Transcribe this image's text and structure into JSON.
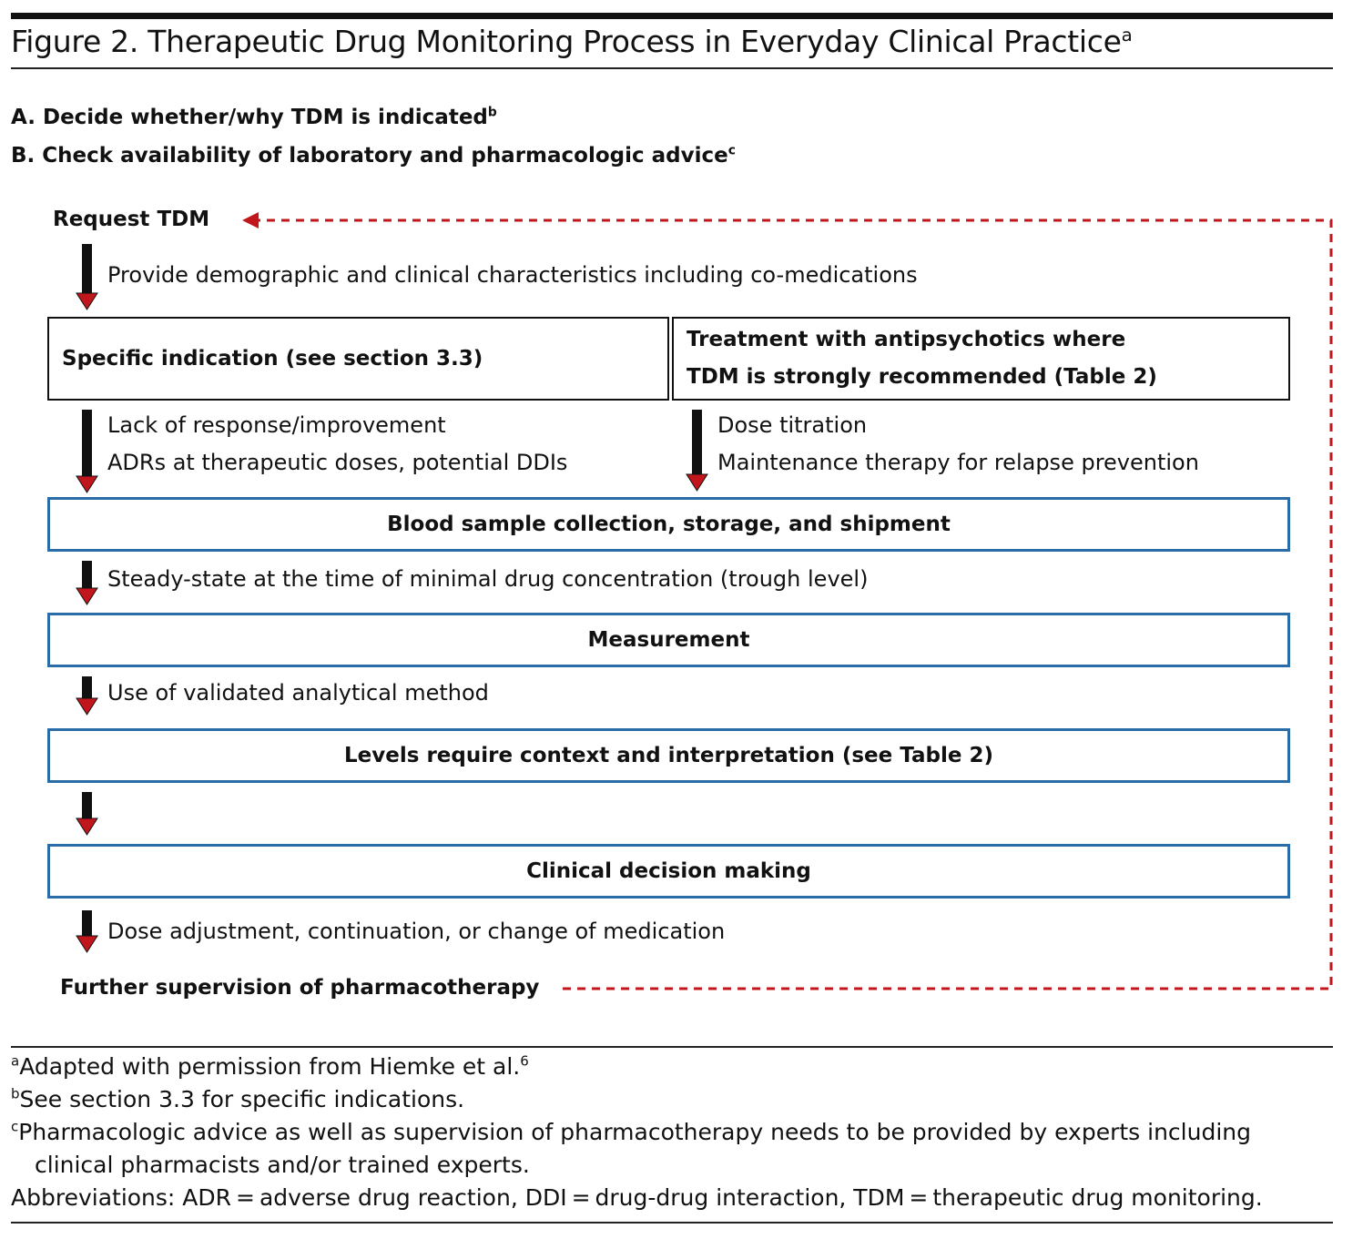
{
  "title": "Figure 2. Therapeutic Drug Monitoring Process in Everyday Clinical Practice",
  "title_sup": "a",
  "steps": [
    {
      "text": "A. Decide whether/why TDM is indicated",
      "sup": "b"
    },
    {
      "text": "B. Check availability of laboratory and pharmacologic advice",
      "sup": "c"
    }
  ],
  "flow": {
    "request": "Request TDM",
    "provide_note": "Provide demographic and clinical characteristics including co-medications",
    "box_specific": "Specific indication (see section 3.3)",
    "box_treatment": [
      "Treatment with antipsychotics where",
      "TDM is strongly recommended (Table 2)"
    ],
    "left_notes": [
      "Lack of response/improvement",
      "ADRs at therapeutic doses, potential DDIs"
    ],
    "right_notes": [
      "Dose titration",
      "Maintenance therapy for relapse prevention"
    ],
    "box_blood": "Blood sample collection, storage, and shipment",
    "steady_note": "Steady-state at the time of minimal drug concentration (trough level)",
    "box_measurement": "Measurement",
    "method_note": "Use of validated analytical method",
    "box_levels": "Levels require context and interpretation (see Table 2)",
    "box_decision": "Clinical decision making",
    "dose_note": "Dose adjustment, continuation, or change of medication",
    "further": "Further supervision of pharmacotherapy"
  },
  "footnotes": [
    {
      "sup": "a",
      "text": "Adapted with permission from Hiemke et al.",
      "ref": "6"
    },
    {
      "sup": "b",
      "text": "See section 3.3 for specific indications."
    },
    {
      "sup": "c",
      "text": "Pharmacologic advice as well as supervision of pharmacotherapy needs to be provided by experts including",
      "cont": "clinical pharmacists and/or trained experts."
    },
    {
      "text": "Abbreviations: ADR = adverse drug reaction, DDI = drug-drug interaction, TDM = therapeutic drug monitoring."
    }
  ],
  "colors": {
    "box_blue_border": "#2a6ca8",
    "arrow_body": "#111111",
    "arrow_head": "#c0161c",
    "feedback_dashed": "#c0161c"
  },
  "icons": [
    "down-arrow-icon",
    "left-arrow-icon"
  ]
}
